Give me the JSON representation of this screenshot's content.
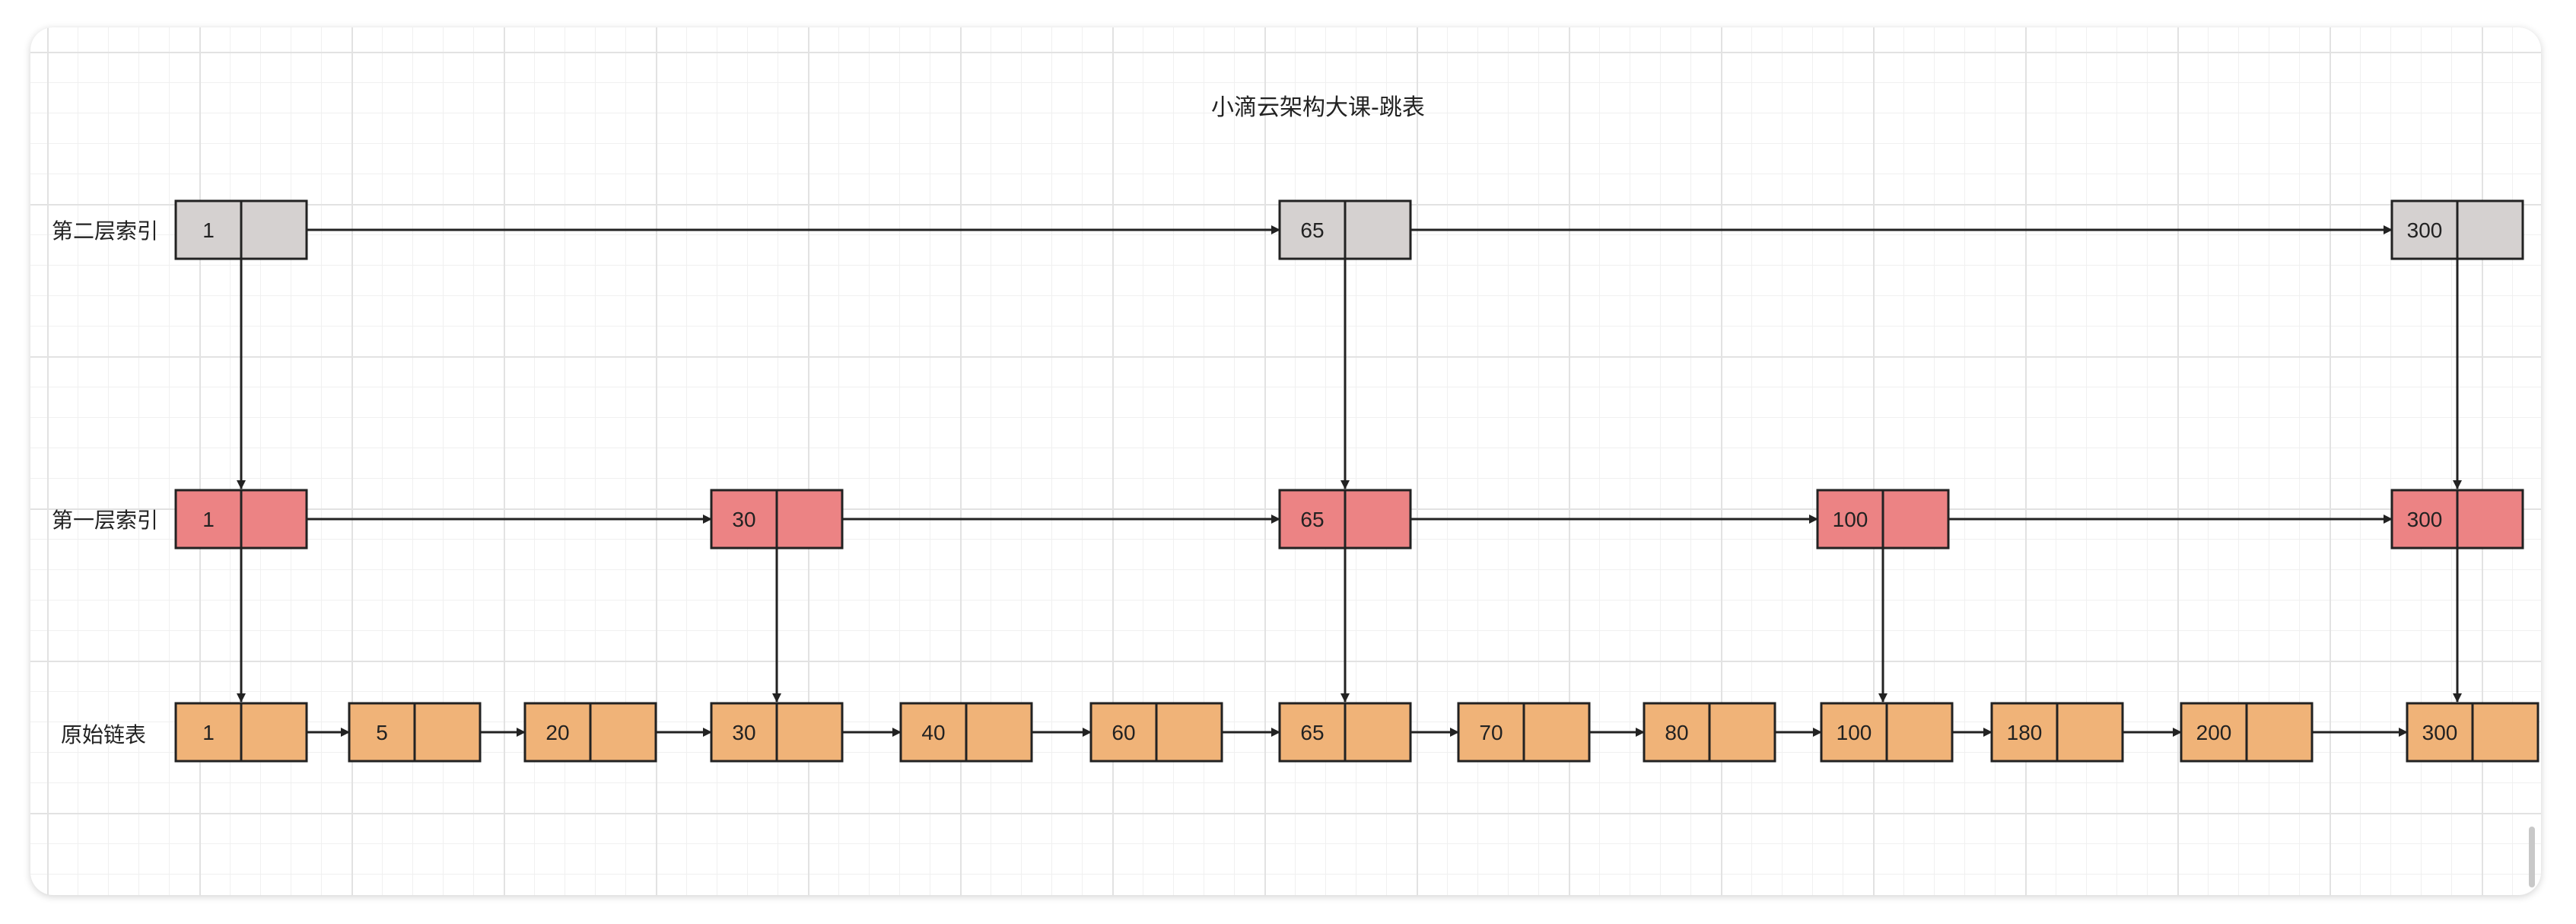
{
  "title": "小滴云架构大课-跳表",
  "colors": {
    "level2": "#d5d1d0",
    "level1": "#ec8384",
    "base": "#f0b378",
    "stroke": "#222222"
  },
  "levels": [
    {
      "label": "第二层索引",
      "color_key": "level2",
      "nodes": [
        "1",
        "65",
        "300"
      ]
    },
    {
      "label": "第一层索引",
      "color_key": "level1",
      "nodes": [
        "1",
        "30",
        "65",
        "100",
        "300"
      ]
    },
    {
      "label": "原始链表",
      "color_key": "base",
      "nodes": [
        "1",
        "5",
        "20",
        "30",
        "40",
        "60",
        "65",
        "70",
        "80",
        "100",
        "180",
        "200",
        "300"
      ]
    }
  ]
}
